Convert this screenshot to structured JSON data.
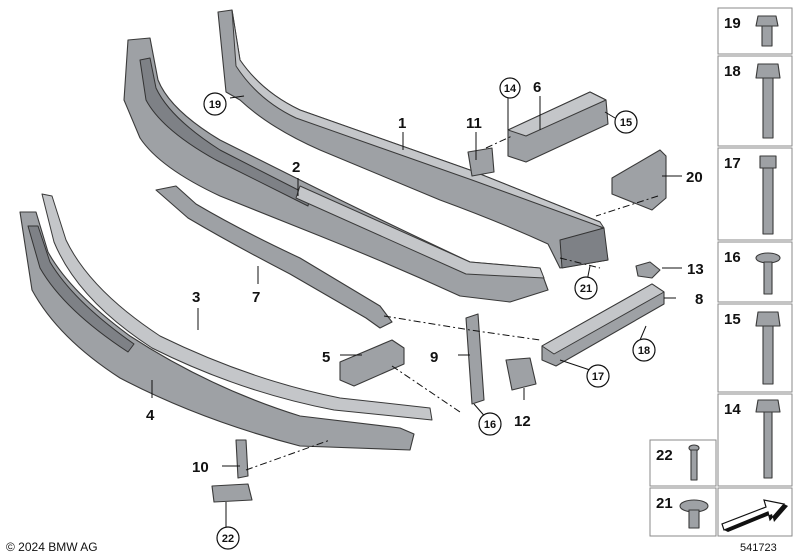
{
  "callouts": {
    "c1": "1",
    "c2": "2",
    "c3": "3",
    "c4": "4",
    "c5": "5",
    "c6": "6",
    "c7": "7",
    "c8": "8",
    "c9": "9",
    "c10": "10",
    "c11": "11",
    "c12": "12",
    "c13": "13",
    "c20": "20"
  },
  "circled": {
    "c14": "14",
    "c15": "15",
    "c16": "16",
    "c17": "17",
    "c18": "18",
    "c19": "19",
    "c21": "21",
    "c22": "22"
  },
  "legend": {
    "r19": "19",
    "r18": "18",
    "r17": "17",
    "r16": "16",
    "r15": "15",
    "r14": "14",
    "r22": "22",
    "r21": "21"
  },
  "footer": {
    "copyright": "© 2024 BMW AG",
    "diagram_id": "541723"
  }
}
